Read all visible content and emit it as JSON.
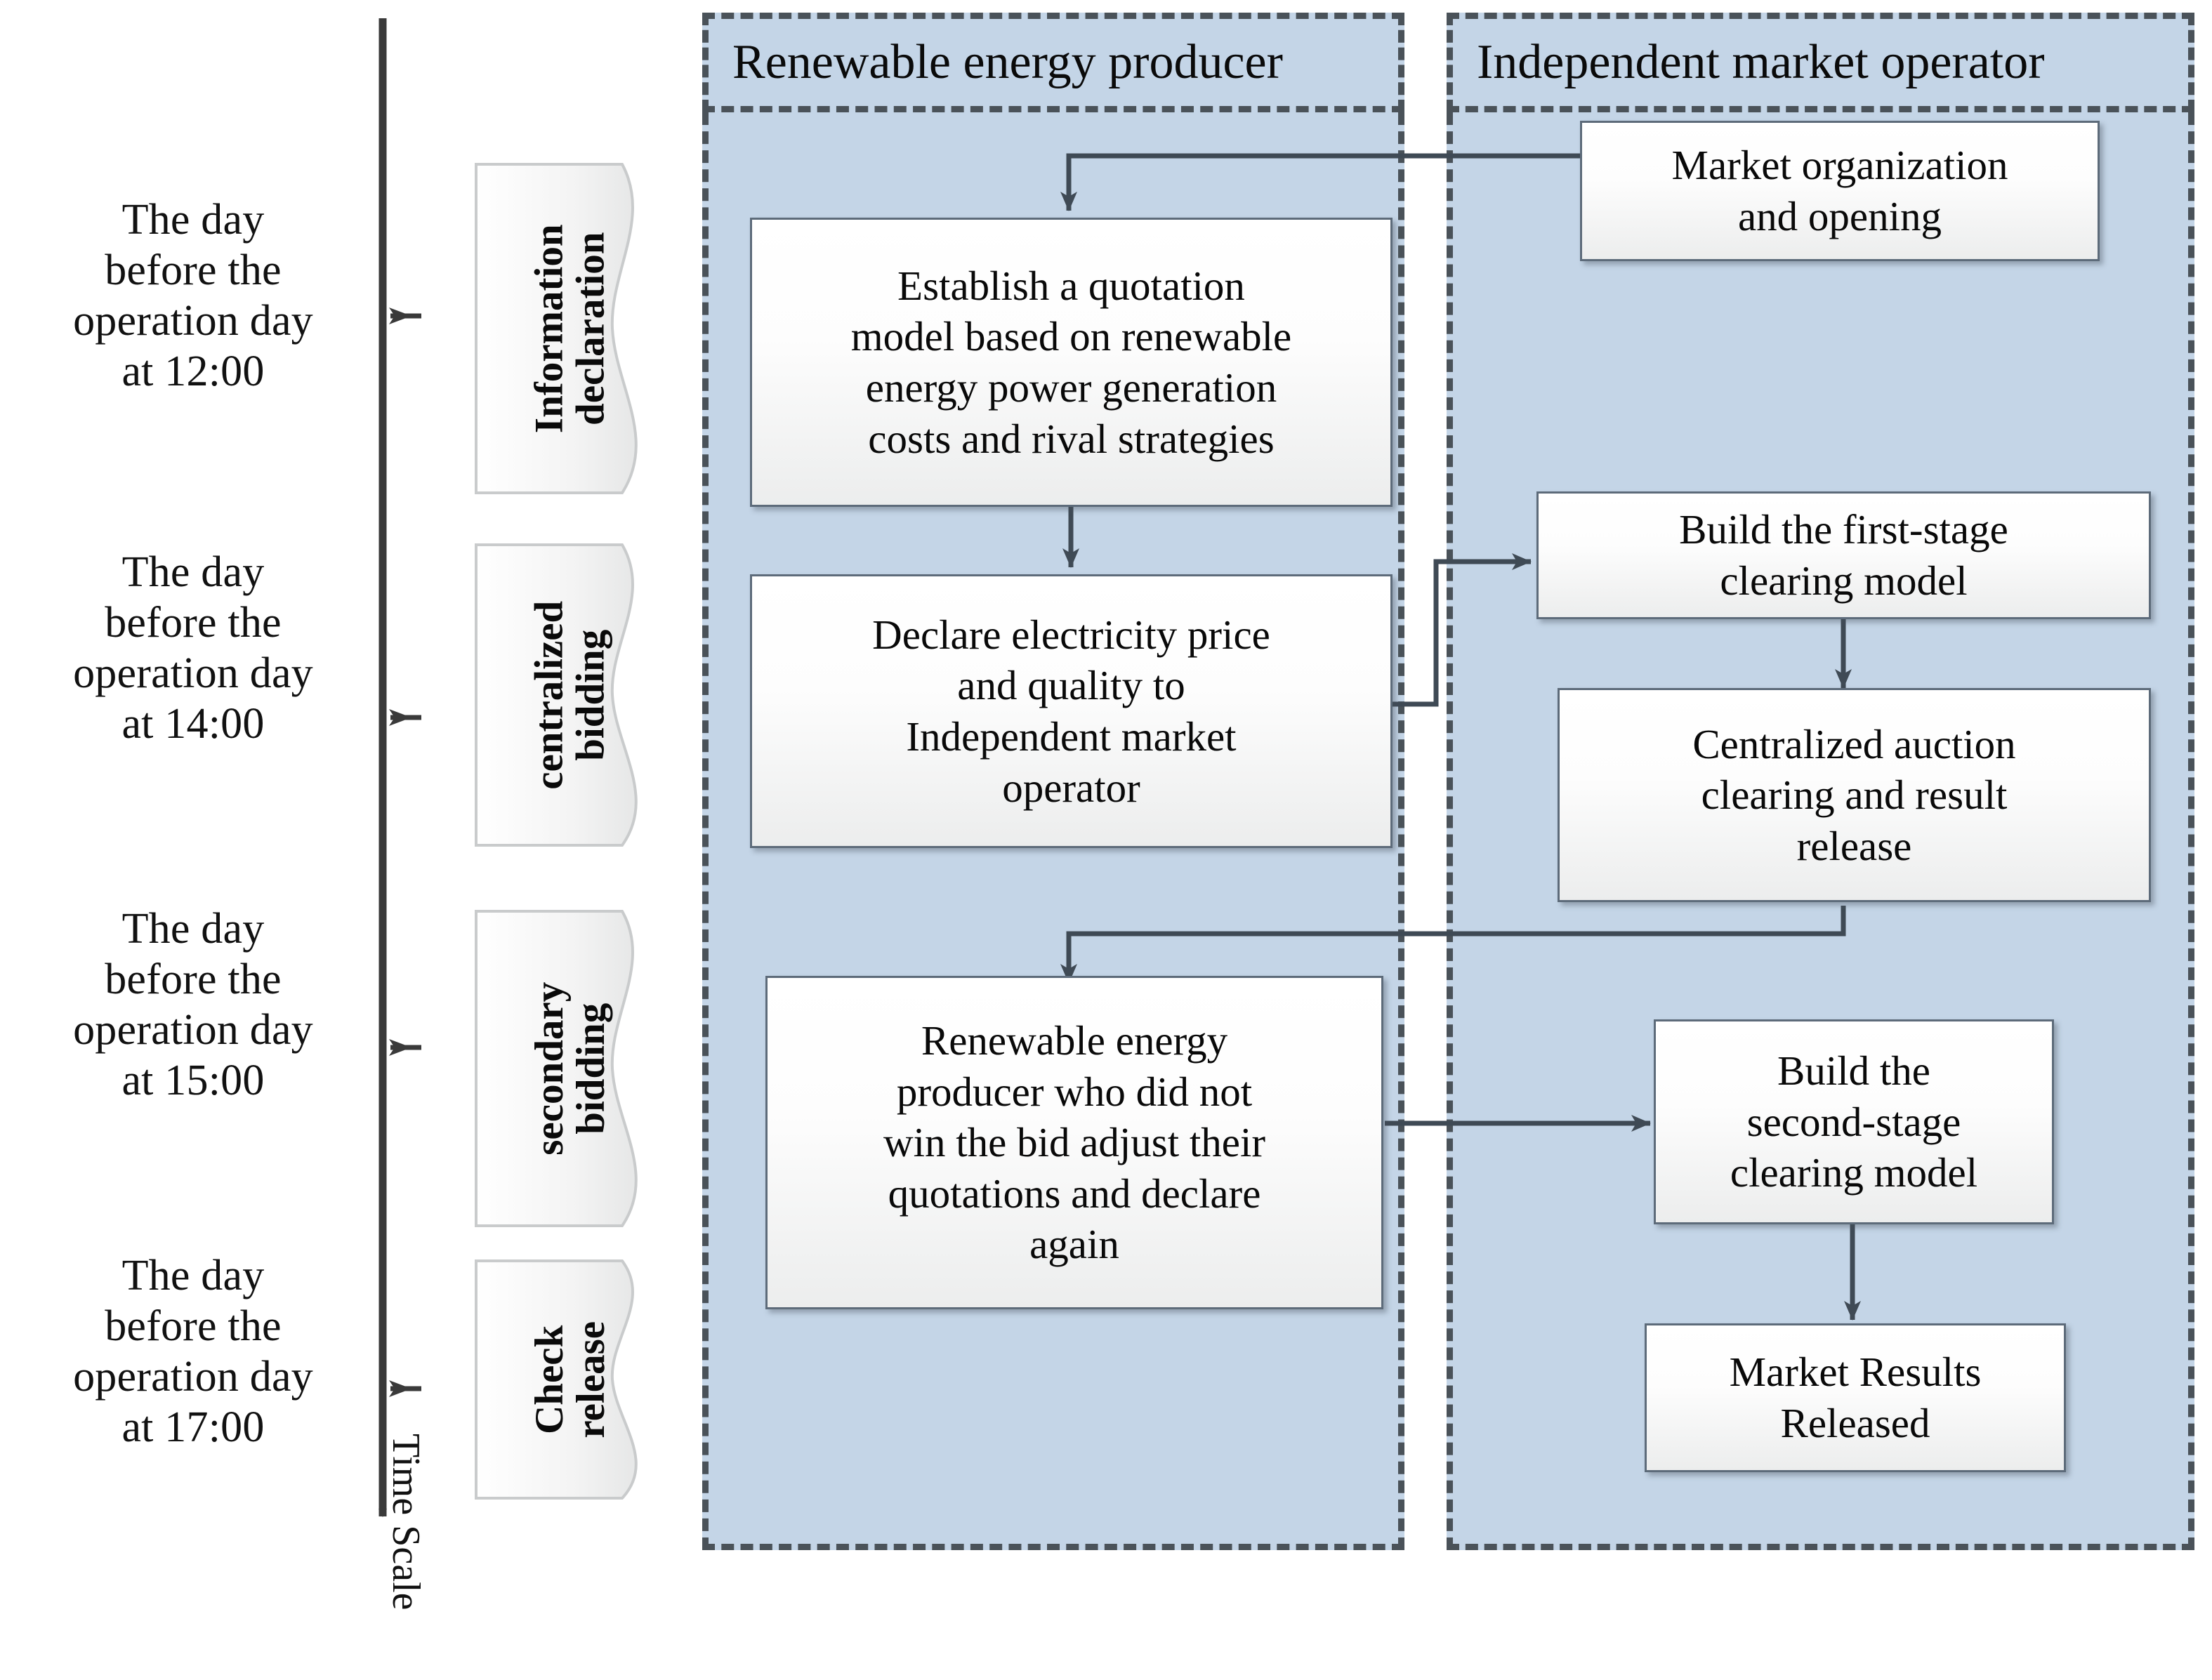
{
  "timeline": {
    "axis_label": "Time Scale",
    "ticks": [
      {
        "text": "The day\nbefore the\noperation day\nat 12:00"
      },
      {
        "text": "The day\nbefore the\noperation day\nat 14:00"
      },
      {
        "text": "The day\nbefore the\noperation day\nat 15:00"
      },
      {
        "text": "The day\nbefore the\noperation day\nat 17:00"
      }
    ]
  },
  "phases": [
    {
      "label": "Information\ndeclaration"
    },
    {
      "label": "centralized\nbidding"
    },
    {
      "label": "secondary\nbidding"
    },
    {
      "label": "Check\nrelease"
    }
  ],
  "lanes": [
    {
      "title": "Renewable energy producer"
    },
    {
      "title": "Independent market operator"
    }
  ],
  "nodes": {
    "establish_quotation": "Establish a quotation\nmodel based on renewable\nenergy power generation\ncosts and rival strategies",
    "declare_price": "Declare electricity price\nand quality to\nIndependent market\noperator",
    "adjust_quotations": "Renewable energy\nproducer who did not\nwin the bid adjust their\nquotations and declare\nagain",
    "market_opening": "Market organization\nand opening",
    "first_stage": "Build the first-stage\nclearing model",
    "auction_clearing": "Centralized auction\nclearing and result\nrelease",
    "second_stage": "Build the\nsecond-stage\nclearing model",
    "results_released": "Market Results\nReleased"
  },
  "colors": {
    "lane_fill": "#c4d5e7",
    "lane_border": "#4a5259",
    "box_border": "#5d6b7a",
    "connector": "#3f4a55",
    "axis": "#3a3a3a",
    "text": "#0a0a0a"
  }
}
